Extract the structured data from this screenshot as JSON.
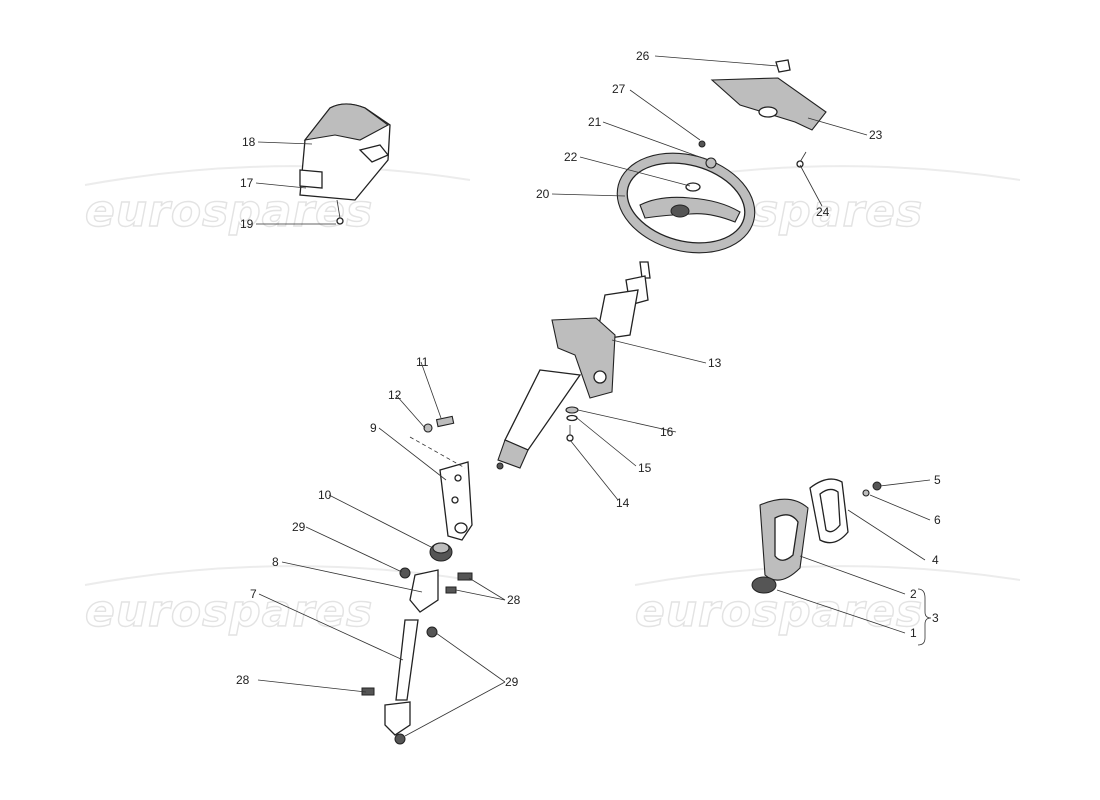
{
  "diagram": {
    "watermark_text": "eurospares",
    "callouts": {
      "c1": "1",
      "c2": "2",
      "c3": "3",
      "c4": "4",
      "c5": "5",
      "c6": "6",
      "c7": "7",
      "c8": "8",
      "c9": "9",
      "c10": "10",
      "c11": "11",
      "c12": "12",
      "c13": "13",
      "c14": "14",
      "c15": "15",
      "c16": "16",
      "c17": "17",
      "c18": "18",
      "c19": "19",
      "c20": "20",
      "c21": "21",
      "c22": "22",
      "c23": "23",
      "c24": "24",
      "c26": "26",
      "c27": "27",
      "c28a": "28",
      "c28b": "28",
      "c29a": "29",
      "c29b": "29"
    }
  }
}
